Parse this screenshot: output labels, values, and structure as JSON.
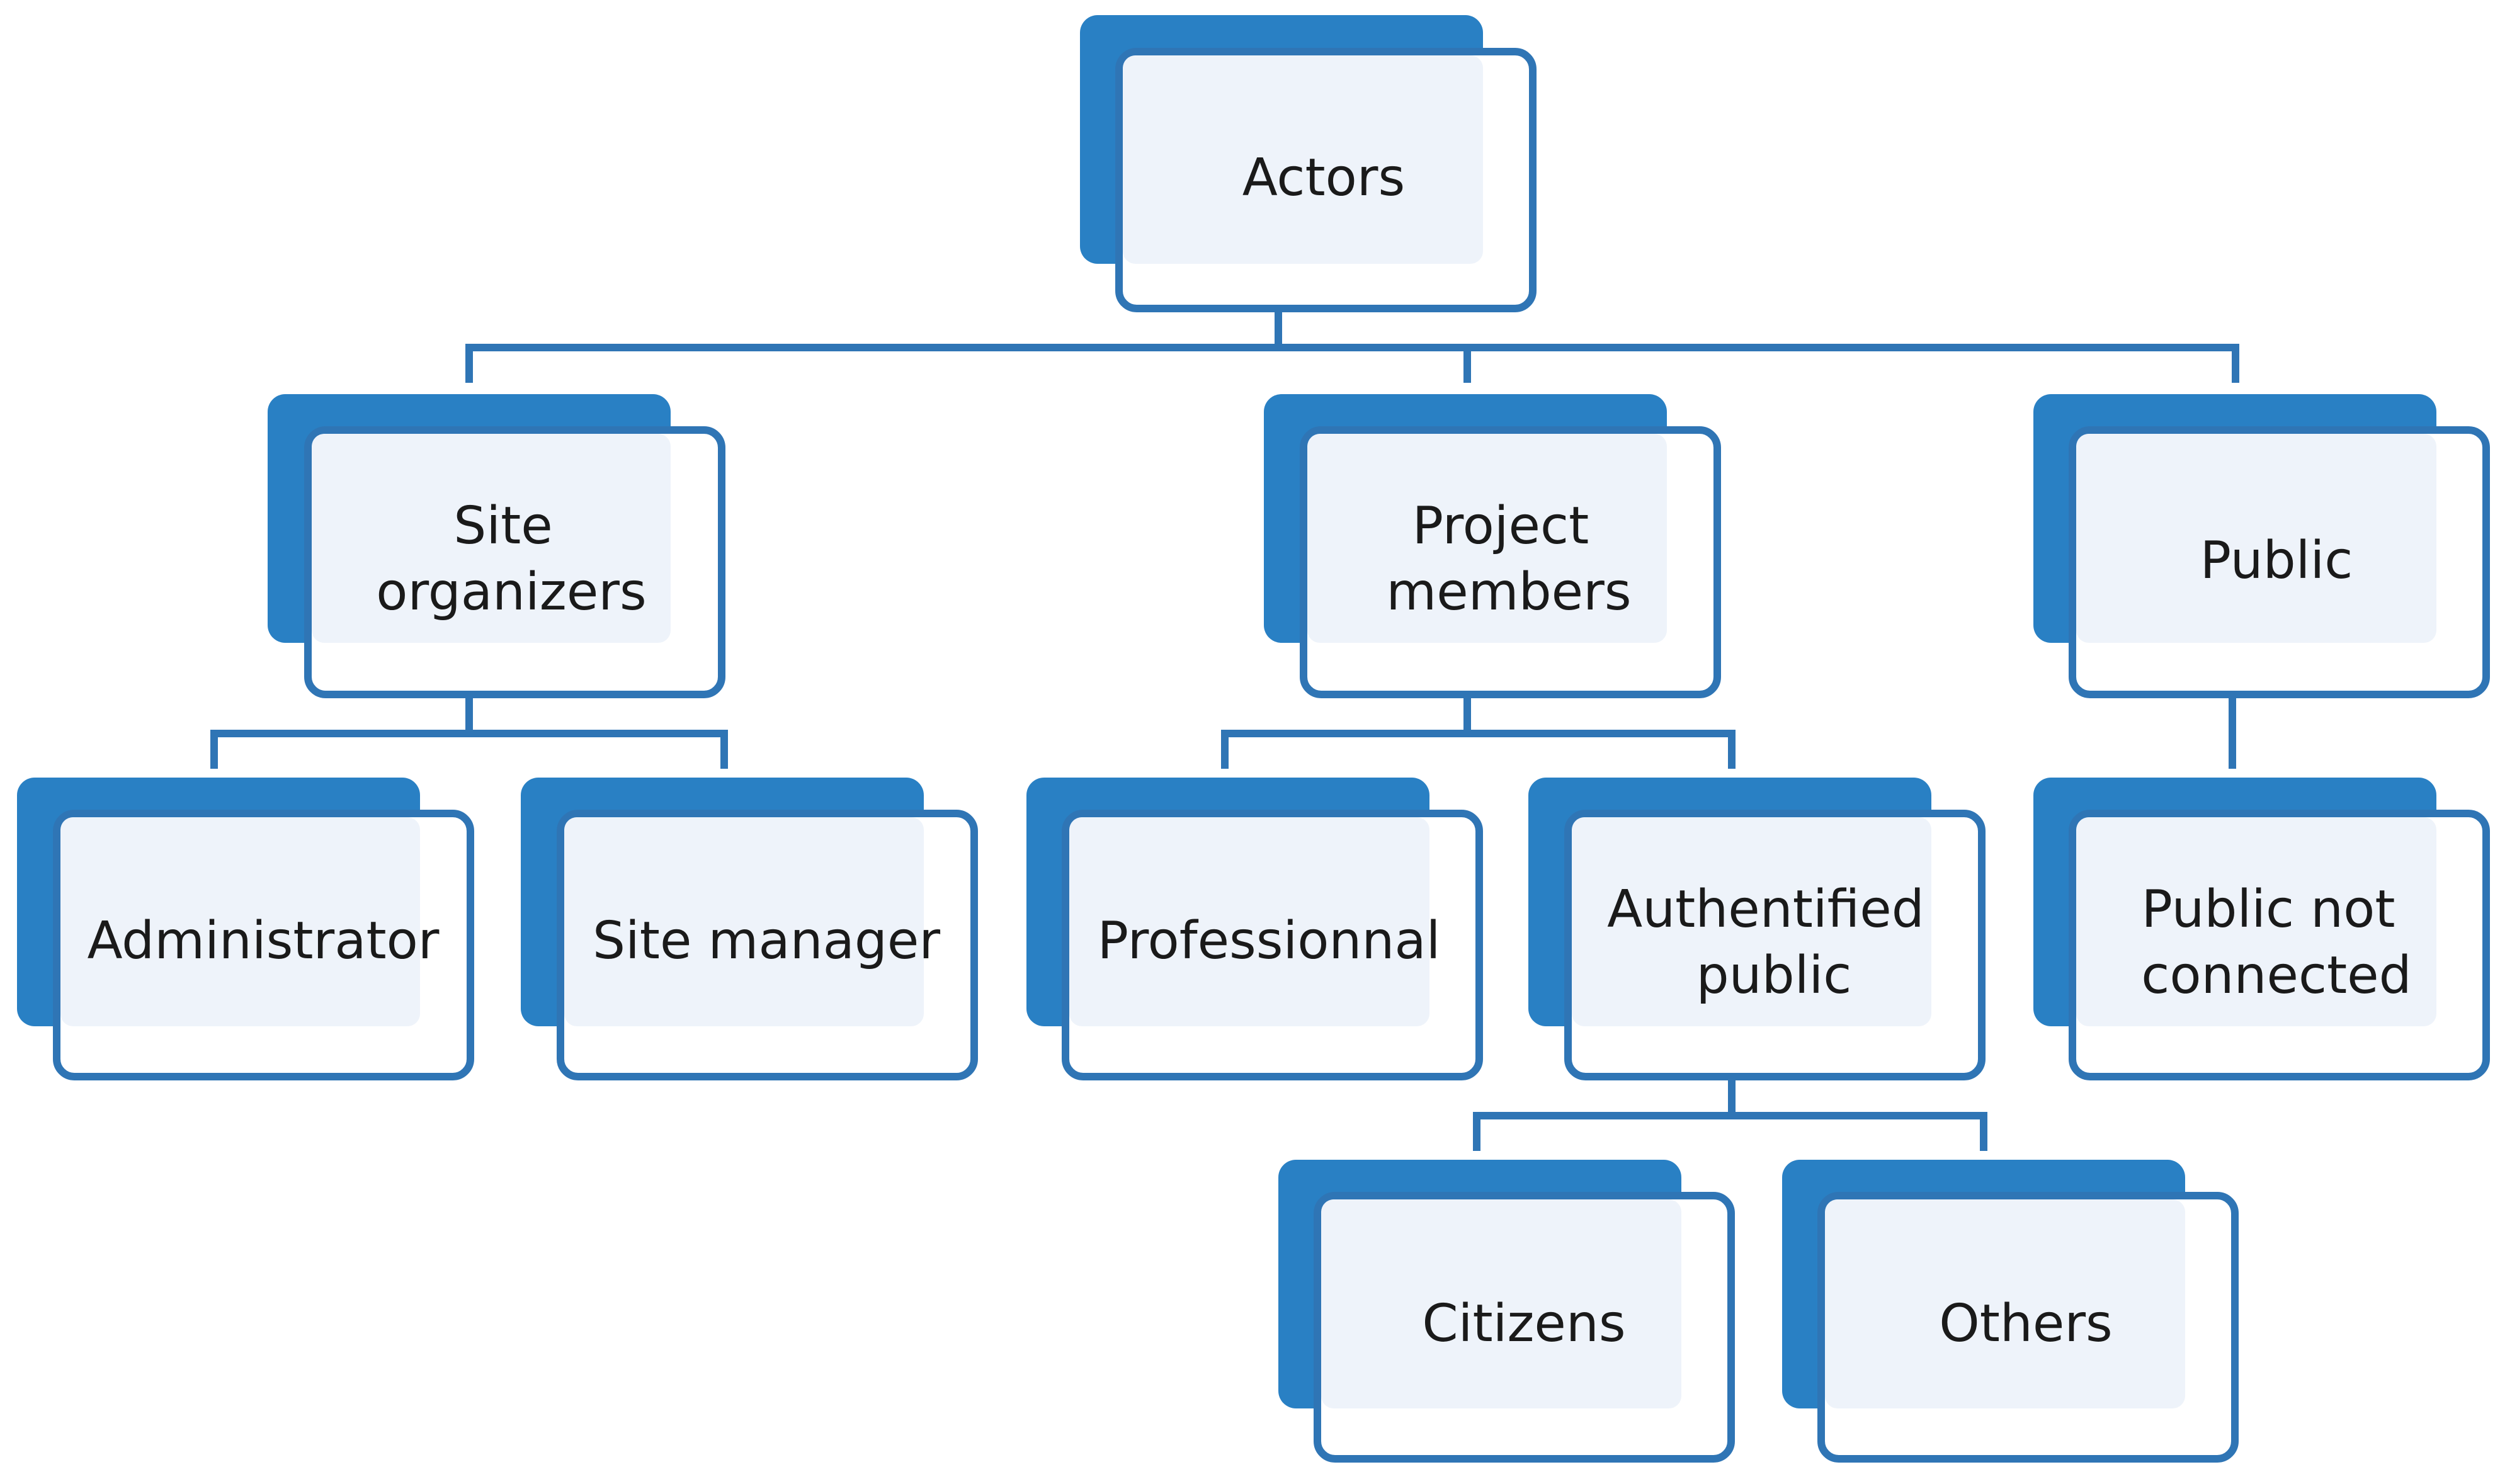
{
  "colors": {
    "accent": "#2980C4",
    "outline": "#2F75B5",
    "fill": "#EEF3FA",
    "text": "#1a1a1a"
  },
  "nodes": {
    "actors": {
      "lines": [
        "Actors"
      ]
    },
    "site_organizers": {
      "lines": [
        "Site",
        "organizers"
      ]
    },
    "project_members": {
      "lines": [
        "Project",
        "members"
      ]
    },
    "public": {
      "lines": [
        "Public"
      ]
    },
    "administrator": {
      "lines": [
        "Administrator"
      ]
    },
    "site_manager": {
      "lines": [
        "Site manager"
      ]
    },
    "professionnal": {
      "lines": [
        "Professionnal"
      ]
    },
    "authentified_public": {
      "lines": [
        "Authentified",
        "public"
      ]
    },
    "public_not_connected": {
      "lines": [
        "Public not",
        "connected"
      ]
    },
    "citizens": {
      "lines": [
        "Citizens"
      ]
    },
    "others": {
      "lines": [
        "Others"
      ]
    }
  },
  "edges": [
    [
      "actors",
      "site_organizers"
    ],
    [
      "actors",
      "project_members"
    ],
    [
      "actors",
      "public"
    ],
    [
      "site_organizers",
      "administrator"
    ],
    [
      "site_organizers",
      "site_manager"
    ],
    [
      "project_members",
      "professionnal"
    ],
    [
      "project_members",
      "authentified_public"
    ],
    [
      "public",
      "public_not_connected"
    ],
    [
      "authentified_public",
      "citizens"
    ],
    [
      "authentified_public",
      "others"
    ]
  ]
}
